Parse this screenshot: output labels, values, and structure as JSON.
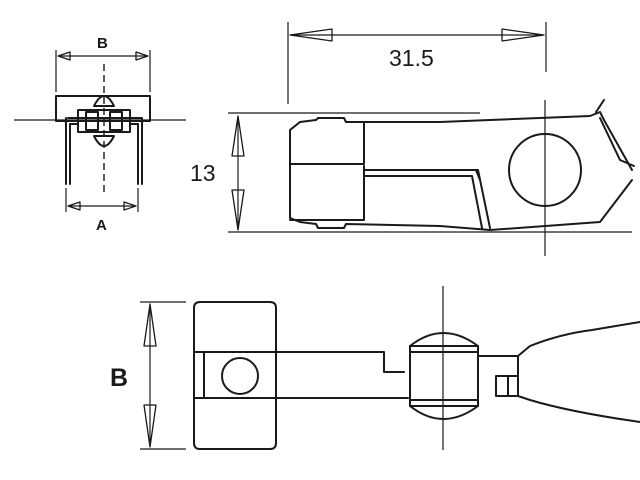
{
  "dimensions": {
    "top_view_width": "B",
    "top_view_inner": "A",
    "side_length": "31.5",
    "side_height": "13",
    "front_width": "B"
  }
}
